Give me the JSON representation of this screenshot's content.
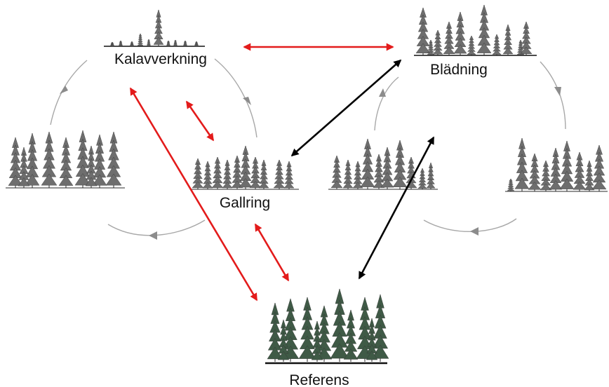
{
  "labels": {
    "clearcut": "Kalavverkning",
    "selection": "Blädning",
    "thinning": "Gallring",
    "reference": "Referens"
  },
  "colors": {
    "comparison_arrow_red": "#e31b1b",
    "comparison_arrow_black": "#000000",
    "cycle_arrow": "#a8a8a8",
    "tree_managed": "#6e6e6e",
    "tree_reference": "#3f5a46",
    "ground": "#111111"
  }
}
